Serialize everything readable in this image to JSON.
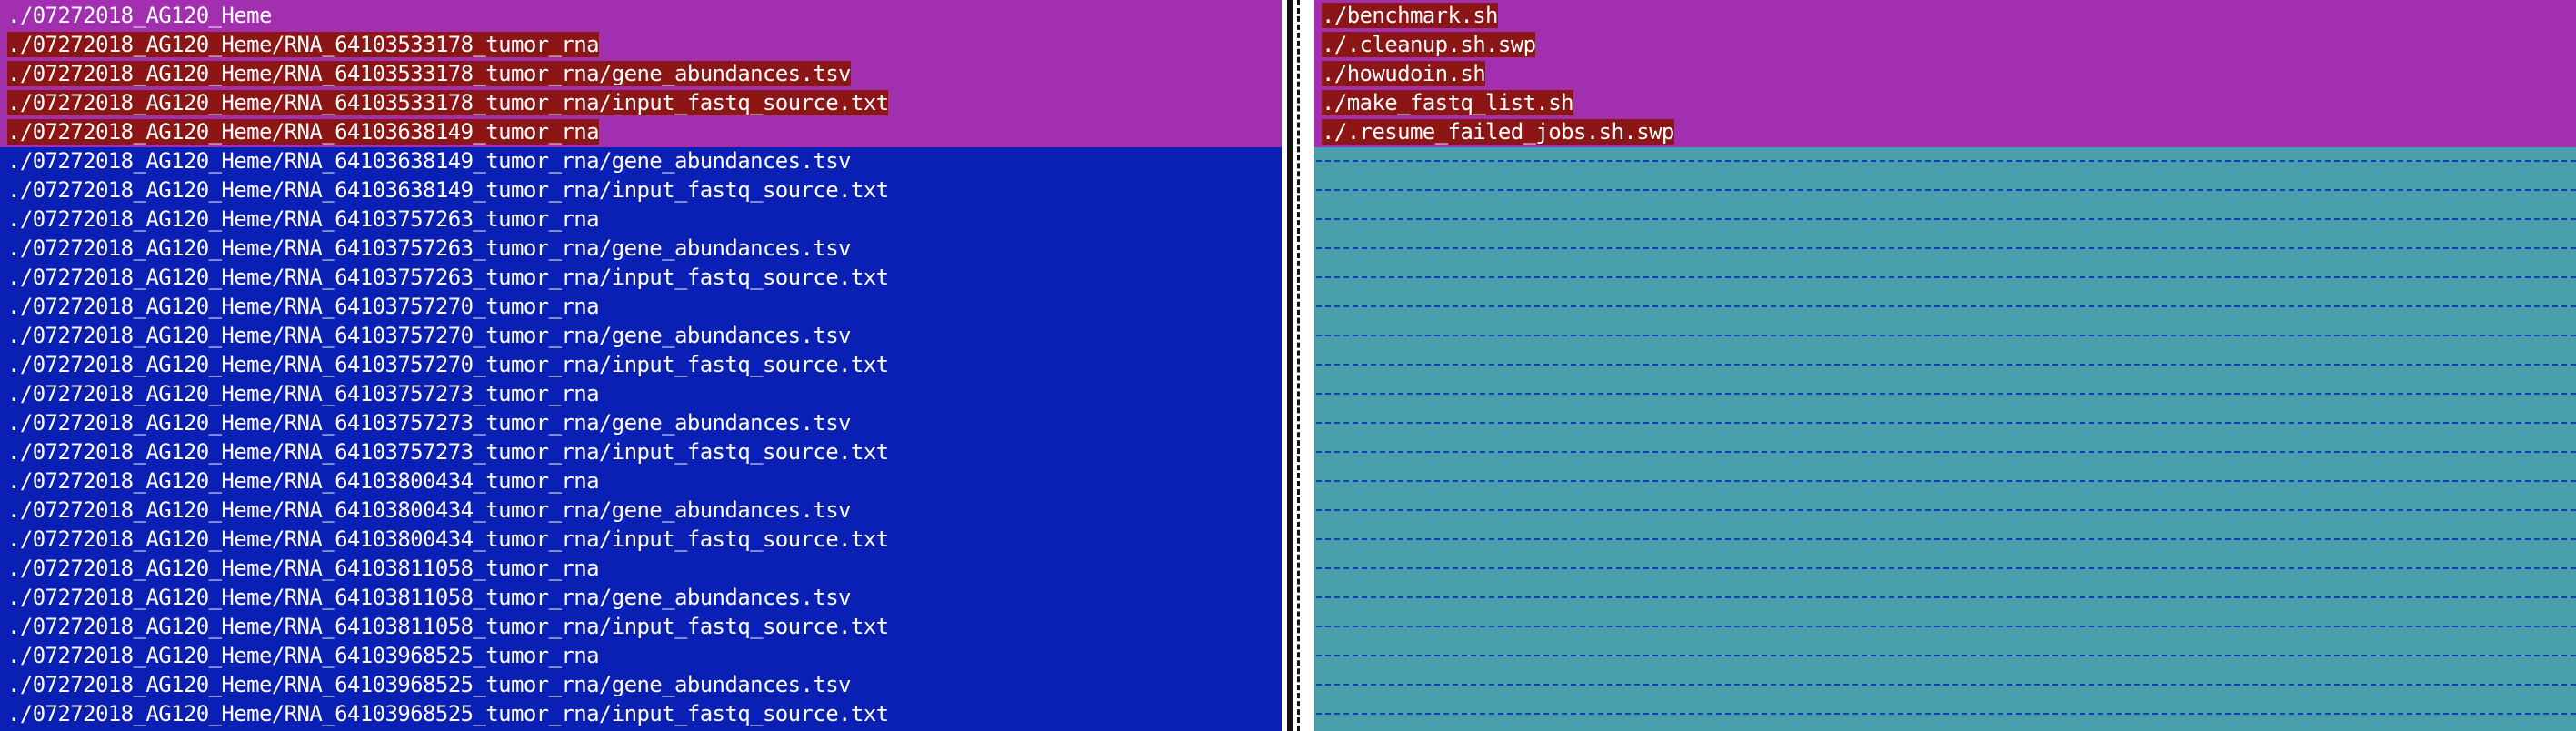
{
  "left_pane": {
    "lines": [
      "./07272018_AG120_Heme",
      "./07272018_AG120_Heme/RNA_64103533178_tumor_rna",
      "./07272018_AG120_Heme/RNA_64103533178_tumor_rna/gene_abundances.tsv",
      "./07272018_AG120_Heme/RNA_64103533178_tumor_rna/input_fastq_source.txt",
      "./07272018_AG120_Heme/RNA_64103638149_tumor_rna",
      "./07272018_AG120_Heme/RNA_64103638149_tumor_rna/gene_abundances.tsv",
      "./07272018_AG120_Heme/RNA_64103638149_tumor_rna/input_fastq_source.txt",
      "./07272018_AG120_Heme/RNA_64103757263_tumor_rna",
      "./07272018_AG120_Heme/RNA_64103757263_tumor_rna/gene_abundances.tsv",
      "./07272018_AG120_Heme/RNA_64103757263_tumor_rna/input_fastq_source.txt",
      "./07272018_AG120_Heme/RNA_64103757270_tumor_rna",
      "./07272018_AG120_Heme/RNA_64103757270_tumor_rna/gene_abundances.tsv",
      "./07272018_AG120_Heme/RNA_64103757270_tumor_rna/input_fastq_source.txt",
      "./07272018_AG120_Heme/RNA_64103757273_tumor_rna",
      "./07272018_AG120_Heme/RNA_64103757273_tumor_rna/gene_abundances.tsv",
      "./07272018_AG120_Heme/RNA_64103757273_tumor_rna/input_fastq_source.txt",
      "./07272018_AG120_Heme/RNA_64103800434_tumor_rna",
      "./07272018_AG120_Heme/RNA_64103800434_tumor_rna/gene_abundances.tsv",
      "./07272018_AG120_Heme/RNA_64103800434_tumor_rna/input_fastq_source.txt",
      "./07272018_AG120_Heme/RNA_64103811058_tumor_rna",
      "./07272018_AG120_Heme/RNA_64103811058_tumor_rna/gene_abundances.tsv",
      "./07272018_AG120_Heme/RNA_64103811058_tumor_rna/input_fastq_source.txt",
      "./07272018_AG120_Heme/RNA_64103968525_tumor_rna",
      "./07272018_AG120_Heme/RNA_64103968525_tumor_rna/gene_abundances.tsv",
      "./07272018_AG120_Heme/RNA_64103968525_tumor_rna/input_fastq_source.txt"
    ]
  },
  "right_pane": {
    "lines": [
      "./benchmark.sh",
      "./.cleanup.sh.swp",
      "./howudoin.sh",
      "./make_fastq_list.sh",
      "./.resume_failed_jobs.sh.swp"
    ]
  },
  "colors": {
    "left_background": "#0a1fb4",
    "right_background": "#4a9fad",
    "diff_block": "#a12fb0",
    "changed_text_highlight": "#8c1616",
    "filler_dash": "#123eb8",
    "text": "#ffffff"
  }
}
